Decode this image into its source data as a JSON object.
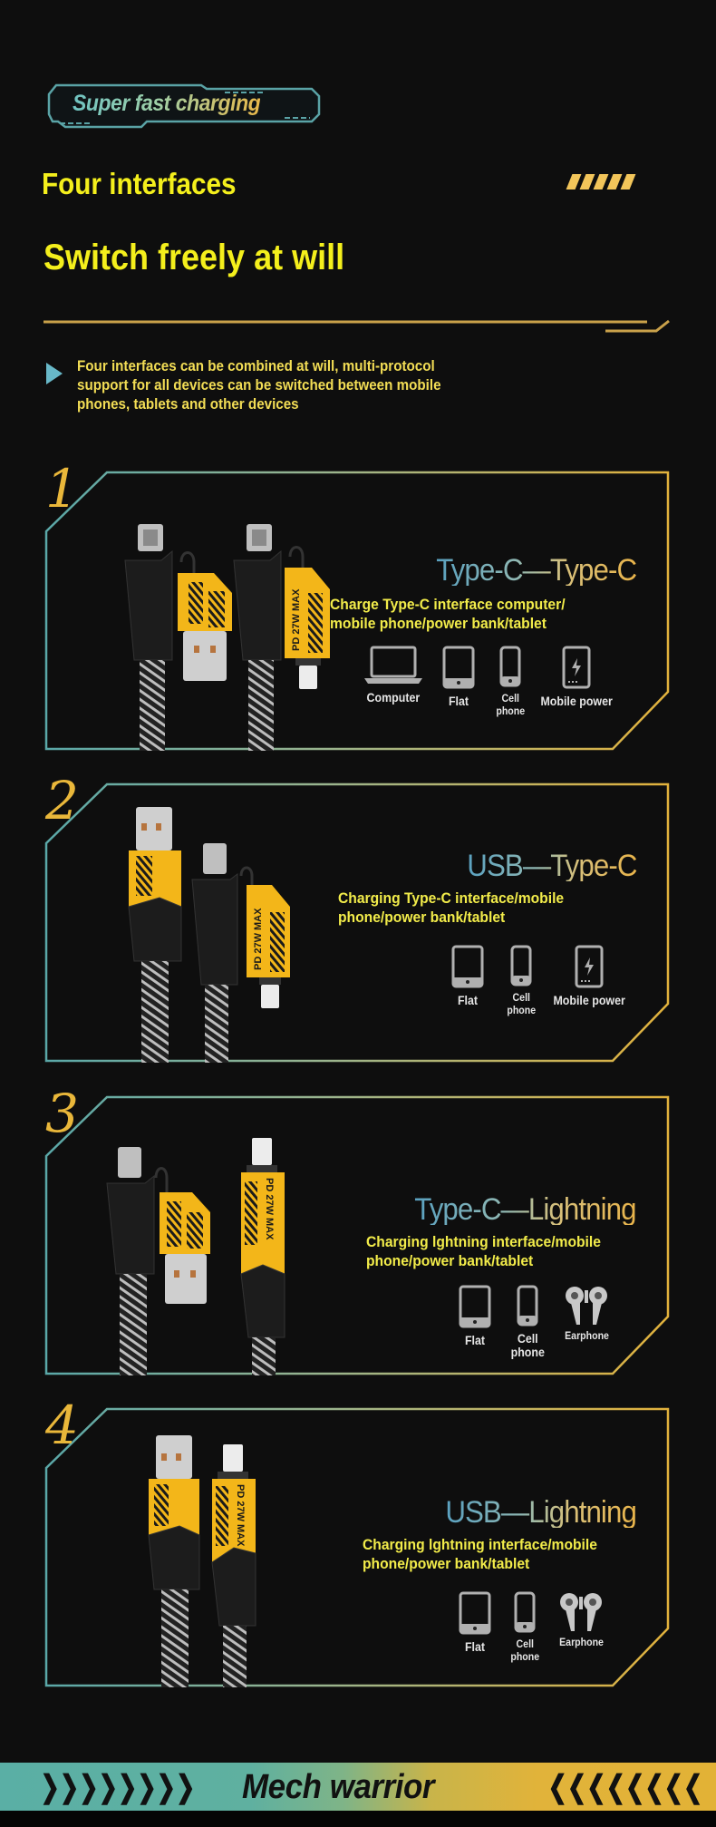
{
  "header": {
    "badge": "Super fast charging",
    "title_line1": "Four interfaces",
    "title_line2": "Switch freely at will",
    "description": "Four interfaces can be combined at will, multi-protocol support for all devices can be switched between mobile phones, tablets and other devices"
  },
  "colors": {
    "background": "#0e0e0e",
    "yellow_text": "#f4ef1c",
    "accent_gold": "#e9b73a",
    "accent_teal": "#5aafa5"
  },
  "panels": [
    {
      "number": "1",
      "title": "Type-C—Type-C",
      "description": "Charge Type-C interface computer/\nmobile phone/power bank/tablet",
      "devices": [
        {
          "icon": "laptop-icon",
          "label": "Computer"
        },
        {
          "icon": "tablet-icon",
          "label": "Flat"
        },
        {
          "icon": "phone-icon",
          "label": "Cell\nphone"
        },
        {
          "icon": "power-bank-icon",
          "label": "Mobile power"
        }
      ],
      "cable_labels": [
        "PD 27W MAX"
      ]
    },
    {
      "number": "2",
      "title": "USB—Type-C",
      "description": "Charging Type-C interface/mobile\nphone/power bank/tablet",
      "devices": [
        {
          "icon": "tablet-icon",
          "label": "Flat"
        },
        {
          "icon": "phone-icon",
          "label": "Cell\nphone"
        },
        {
          "icon": "power-bank-icon",
          "label": "Mobile power"
        }
      ],
      "cable_labels": [
        "PD 27W MAX"
      ]
    },
    {
      "number": "3",
      "title": "Type-C—Lightning",
      "description": "Charging lghtning interface/mobile\nphone/power bank/tablet",
      "devices": [
        {
          "icon": "tablet-icon",
          "label": "Flat"
        },
        {
          "icon": "phone-icon",
          "label": "Cell\nphone"
        },
        {
          "icon": "earphone-icon",
          "label": "Earphone"
        }
      ],
      "cable_labels": [
        "PD 27W MAX"
      ]
    },
    {
      "number": "4",
      "title": "USB—Lightning",
      "description": "Charging lghtning interface/mobile\nphone/power bank/tablet",
      "devices": [
        {
          "icon": "tablet-icon",
          "label": "Flat"
        },
        {
          "icon": "phone-icon",
          "label": "Cell\nphone"
        },
        {
          "icon": "earphone-icon",
          "label": "Earphone"
        }
      ],
      "cable_labels": [
        "PD 27W MAX"
      ]
    }
  ],
  "footer": {
    "banner_text": "Mech warrior",
    "left_chevrons": "❯❯❯❯❯❯❯❯",
    "right_chevrons": "❮❮❮❮❮❮❮❮"
  }
}
